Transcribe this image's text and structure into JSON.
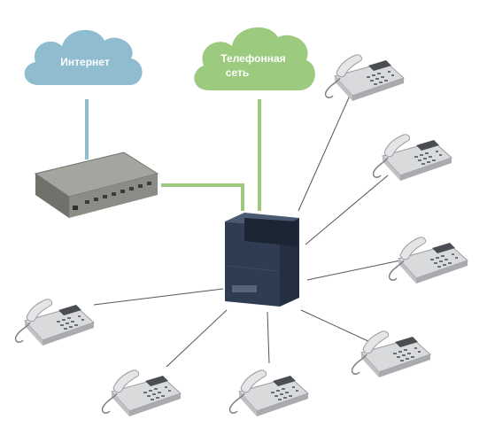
{
  "clouds": {
    "internet": {
      "label": "Интернет",
      "color": "#8fbccf"
    },
    "phone_network": {
      "label_line1": "Телефонная",
      "label_line2": "сеть",
      "color": "#9cca7f"
    }
  },
  "colors": {
    "link_green": "#9cc97e",
    "link_blue": "#8fbccf",
    "wire": "#555555",
    "pbx_body": "#2f3d52",
    "router_body": "#8a8c86"
  },
  "phones": [
    {
      "name": "phone-top-right-1"
    },
    {
      "name": "phone-top-right-2"
    },
    {
      "name": "phone-right"
    },
    {
      "name": "phone-bottom-right"
    },
    {
      "name": "phone-bottom-center"
    },
    {
      "name": "phone-bottom-left"
    },
    {
      "name": "phone-left"
    }
  ],
  "icons": [
    "cloud-icon",
    "router-icon",
    "pbx-icon",
    "desk-phone-icon"
  ]
}
